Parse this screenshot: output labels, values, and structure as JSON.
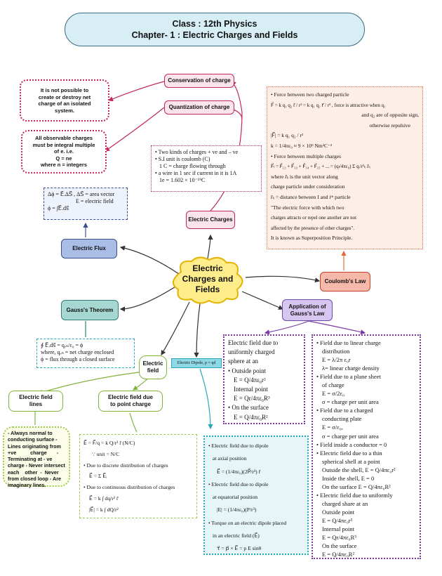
{
  "title": {
    "line1": "Class : 12th Physics",
    "line2": "Chapter- 1 : Electric Charges and Fields"
  },
  "center": {
    "line1": "Electric",
    "line2": "Charges and",
    "line3": "Fields"
  },
  "nodes": {
    "conservation": "Conservation of charge",
    "quantization": "Quantization of charge",
    "electric_charges": "Electric Charges",
    "electric_flux": "Electric Flux",
    "gauss_theorem": "Gauss's Theorem",
    "coulombs_law": "Coulomb's Law",
    "application_gauss_1": "Application of",
    "application_gauss_2": "Gauss's Law",
    "electric_field_1": "Electric",
    "electric_field_2": "field",
    "electric_dipole": "Electric Dipole, p = qd",
    "field_lines_1": "Electric field",
    "field_lines_2": "lines",
    "field_point_charge_1": "Electric field due",
    "field_point_charge_2": "to point charge"
  },
  "notes": {
    "conservation": [
      "It is not possible to",
      "create or destroy net",
      "charge of an isolated",
      "system."
    ],
    "quantization": [
      "All observable charges",
      "must be integral multiple",
      "of e. i.e.",
      "Q = ne",
      "where n = integers"
    ]
  },
  "charges_panel": [
    "• Two kinds of charges + ve and – ve",
    "• S.I unit is coulomb (C)",
    "1 C = charge flowing through",
    "• a wire in 1 sec if current in it is 1A",
    "1e = 1.602 × 10⁻¹⁹C"
  ],
  "flux_panel": [
    "Δϕ = E⃗.ΔS⃗ , ΔS⃗ = area vector",
    "E = electric field",
    "ϕ = ∫E⃗.ds⃗"
  ],
  "gauss_panel": [
    "∮ E⃗.ds⃗ = qₑₙ/ε₀ = ϕ",
    "where, qₑₙ = net charge enclosed",
    "ϕ = flux through a closed surface"
  ],
  "coulomb_panel": [
    "• Force between two charged particle",
    "F⃗ = k q₁ q₂ r̂ / r² = k q₁ q₂ r⃗ / r³ , force is attractive when q₁",
    "and q₂ are of opposite sign,",
    "otherwise repulsive",
    "|F⃗| = k q₁ q₂ / r²",
    "k = 1/4πε₀ ≈ 9 × 10⁹ Nm²C⁻²",
    "• Force between multiple charges",
    "F⃗ₗ = F⃗₁₂ + F⃗₁₃ + F⃗₁₄ + F⃗₁₅ + ... = (qₗ/4πε₀) Σ qᵢ/r²ₗᵢ r̂ₗᵢ",
    "where  r̂ₗᵢ is the unit vector along",
    "charge particle under consideration",
    "r̂ₗᵢ = distance between I and iᵗʰ particle",
    "\"The electric force with which two",
    "charges attracts or repel one another are not",
    "affected by the presence of other charges\".",
    "It is known as Superposition Principle."
  ],
  "sphere_panel": [
    "Electric field due to",
    "uniformly charged",
    "sphere at an",
    "• Outside point",
    "E = Q/4πε₀r²",
    "Internal point",
    "E = Qr/4πε₀R³",
    "• On the surface",
    "E = Q/4πε₀R²"
  ],
  "right_panel": [
    "• Field due to linear charge",
    "distribution",
    "E = λ/2π ε₀r",
    "λ= linear charge density",
    "• Field due to a plane sheet",
    "of charge",
    "E = σ/2ε₀",
    "σ = charge per unit area",
    "• Field due to a charged",
    "conducting plate",
    "E = σ/ε₀,",
    "σ = charge per unit area",
    "• Field inside a conductor = 0",
    "• Electric field due to a thin",
    "spherical shell at a point",
    "Outside the shell, E = Q/4πε₀r²",
    "Inside the shell,  E = 0",
    "On the surface E = Q/4πε₀R²",
    "• Electric field due to uniformly",
    "charged share at an",
    "Outside point",
    "E = Q/4πε₀r²",
    "Internal point",
    "E = Qr/4πε₀R³",
    "On the surface",
    "E = Q/4πε₀R²"
  ],
  "field_lines_panel": [
    "- Always normal to",
    "conducting surface -",
    "Lines originating from",
    "+ve          charge       -",
    "Terminating  at  -  ve",
    "charge - Never intersect",
    "each    other  -  Never",
    "from closed loop - Are",
    "imaginary lines."
  ],
  "point_charge_panel": [
    "E⃗ = F⃗/q = k Q/r² r̂  (N/C)",
    "∵ unit = N/C",
    "• Due to discrete distribution of charges",
    "E⃗ = Σ E⃗ᵢ",
    "• Due to continuous distribution of charges",
    "E⃗ = k ∫ dq/r² r̂",
    "|E⃗| = k ∫ dQ/r²"
  ],
  "dipole_panel": [
    "• Electric field due to dipole",
    "at axial position",
    "E⃗ = (1/4πε₀)(2P⃗/r³) r̂",
    "• Electric field due to dipole",
    "at equatorial position",
    "|E| = (1/4πε₀)(P/r³)",
    "• Torque on an electric dipole placed",
    "in an electric field (E⃗)",
    "τ⃗ = p⃗ × E⃗ = p E sinθ"
  ]
}
